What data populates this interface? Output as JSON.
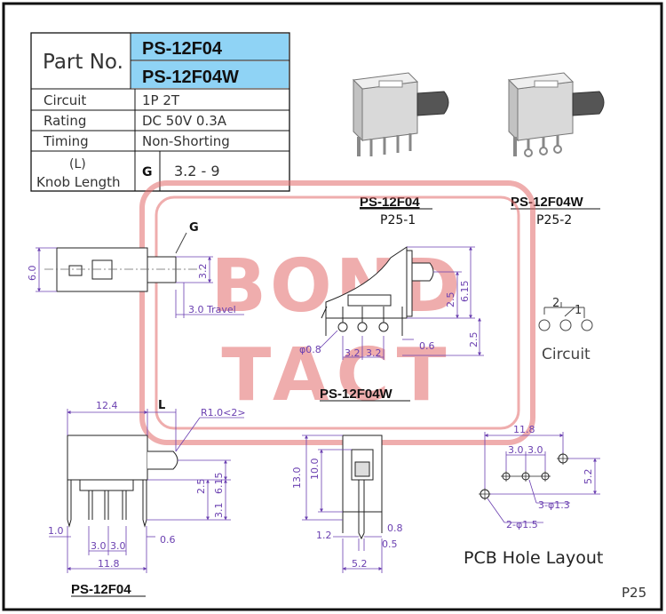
{
  "spec_table": {
    "part_no_label": "Part No.",
    "part_numbers": [
      "PS-12F04",
      "PS-12F04W"
    ],
    "rows": [
      {
        "label": "Circuit",
        "value": "1P 2T"
      },
      {
        "label": "Rating",
        "value": "DC 50V 0.3A"
      },
      {
        "label": "Timing",
        "value": "Non-Shorting"
      }
    ],
    "knob_label_line1": "(L)",
    "knob_label_line2": "Knob Length",
    "knob_code": "G",
    "knob_value": "3.2 - 9",
    "header_color": "#8fd3f5"
  },
  "photos": [
    {
      "model": "PS-12F04",
      "page": "P25-1"
    },
    {
      "model": "PS-12F04W",
      "page": "P25-2"
    }
  ],
  "watermark": {
    "line1": "BOND",
    "line2": "TACT",
    "color": "#e05a5a"
  },
  "top_view": {
    "code": "G",
    "width": "6.0",
    "knob": "3.2",
    "travel": "3.0 Travel"
  },
  "w_side_view": {
    "title": "PS-12F04W",
    "h1": "6.15",
    "h2": "2.5",
    "h3": "2.5",
    "hole": "φ0.8",
    "pitch1": "3.2",
    "pitch2": "3.2",
    "pin": "0.6"
  },
  "circuit": {
    "pin1": "1",
    "pin2": "2",
    "label": "Circuit"
  },
  "front_view": {
    "title": "PS-12F04",
    "body_len": "12.4",
    "knob_code": "L",
    "radius": "R1.0<2>",
    "h_total": "6.15",
    "h_body": "2.5",
    "pin_len": "3.1",
    "offset": "1.0",
    "pitch1": "3.0",
    "pitch2": "3.0",
    "pin_w": "0.6",
    "total_w": "11.8"
  },
  "end_view": {
    "h_total": "13.0",
    "h_body": "10.0",
    "offset": "1.2",
    "pin_t": "0.8",
    "pin_w": "0.5",
    "width": "5.2"
  },
  "pcb": {
    "total": "11.8",
    "pitch1": "3.0",
    "pitch2": "3.0",
    "depth": "5.2",
    "small_holes": "3-φ1.3",
    "big_holes": "2-φ1.5",
    "title": "PCB Hole Layout"
  },
  "page_number": "P25"
}
